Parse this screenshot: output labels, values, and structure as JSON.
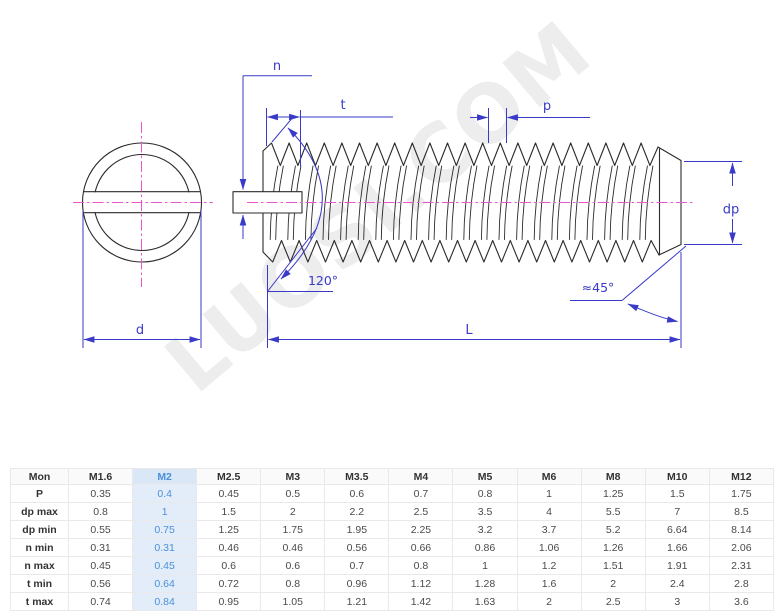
{
  "drawing": {
    "watermark": "LUOSI.COM",
    "labels": {
      "n": "n",
      "t": "t",
      "p": "p",
      "dp": "dp",
      "d": "d",
      "L": "L",
      "angle_left": "120°",
      "angle_right": "≈45°"
    },
    "colors": {
      "outline": "#2b2b2b",
      "dimension": "#3a3ac8",
      "centerline": "#ee55cc",
      "watermark": "#ededed"
    }
  },
  "table": {
    "highlight_column": "M2",
    "highlight_bg": "#e3edf9",
    "highlight_text": "#4a90d9",
    "columns": [
      "Mon",
      "M1.6",
      "M2",
      "M2.5",
      "M3",
      "M3.5",
      "M4",
      "M5",
      "M6",
      "M8",
      "M10",
      "M12"
    ],
    "rows": [
      {
        "label": "P",
        "values": [
          "0.35",
          "0.4",
          "0.45",
          "0.5",
          "0.6",
          "0.7",
          "0.8",
          "1",
          "1.25",
          "1.5",
          "1.75"
        ]
      },
      {
        "label": "dp max",
        "values": [
          "0.8",
          "1",
          "1.5",
          "2",
          "2.2",
          "2.5",
          "3.5",
          "4",
          "5.5",
          "7",
          "8.5"
        ]
      },
      {
        "label": "dp min",
        "values": [
          "0.55",
          "0.75",
          "1.25",
          "1.75",
          "1.95",
          "2.25",
          "3.2",
          "3.7",
          "5.2",
          "6.64",
          "8.14"
        ]
      },
      {
        "label": "n min",
        "values": [
          "0.31",
          "0.31",
          "0.46",
          "0.46",
          "0.56",
          "0.66",
          "0.86",
          "1.06",
          "1.26",
          "1.66",
          "2.06"
        ]
      },
      {
        "label": "n max",
        "values": [
          "0.45",
          "0.45",
          "0.6",
          "0.6",
          "0.7",
          "0.8",
          "1",
          "1.2",
          "1.51",
          "1.91",
          "2.31"
        ]
      },
      {
        "label": "t min",
        "values": [
          "0.56",
          "0.64",
          "0.72",
          "0.8",
          "0.96",
          "1.12",
          "1.28",
          "1.6",
          "2",
          "2.4",
          "2.8"
        ]
      },
      {
        "label": "t max",
        "values": [
          "0.74",
          "0.84",
          "0.95",
          "1.05",
          "1.21",
          "1.42",
          "1.63",
          "2",
          "2.5",
          "3",
          "3.6"
        ]
      }
    ]
  }
}
